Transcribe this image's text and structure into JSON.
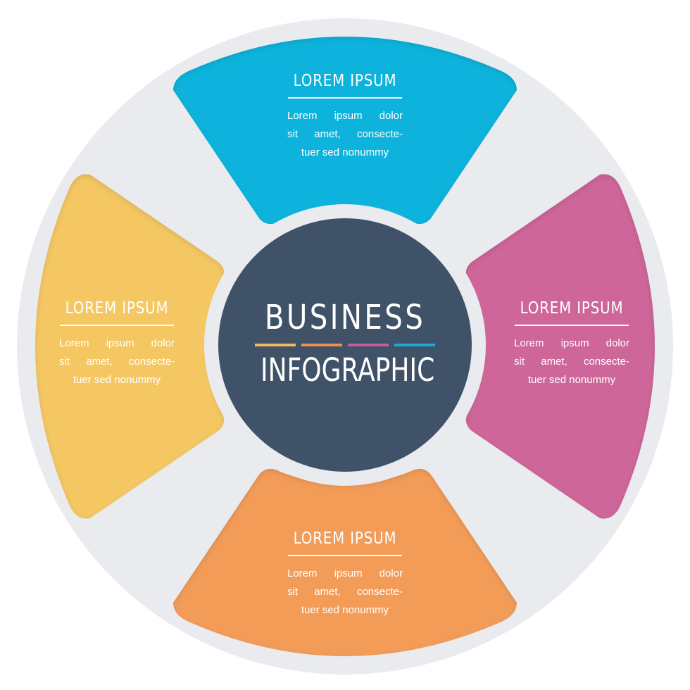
{
  "center": {
    "title_line1": "BUSINESS",
    "title_line2": "INFOGRAPHIC",
    "fill": "#3f5267",
    "accent_colors": [
      "#f4b95a",
      "#f08f52",
      "#c45e9a",
      "#1fa7d8"
    ]
  },
  "colors": {
    "ring": "#e9ebef",
    "gap": "#f3f4f7"
  },
  "segments": [
    {
      "id": "top",
      "color": "#09b3dc",
      "title": "LOREM IPSUM",
      "body": [
        "Lorem ipsum dolor",
        "sit amet, consecte-",
        "tuer sed nonummy"
      ]
    },
    {
      "id": "right",
      "color": "#ce6699",
      "title": "LOREM IPSUM",
      "body": [
        "Lorem ipsum dolor",
        "sit amet, consecte-",
        "tuer sed nonummy"
      ]
    },
    {
      "id": "bottom",
      "color": "#f39c59",
      "title": "LOREM IPSUM",
      "body": [
        "Lorem ipsum dolor",
        "sit amet, consecte-",
        "tuer sed nonummy"
      ]
    },
    {
      "id": "left",
      "color": "#f4c764",
      "title": "LOREM IPSUM",
      "body": [
        "Lorem ipsum dolor",
        "sit amet, consecte-",
        "tuer sed nonummy"
      ]
    }
  ]
}
